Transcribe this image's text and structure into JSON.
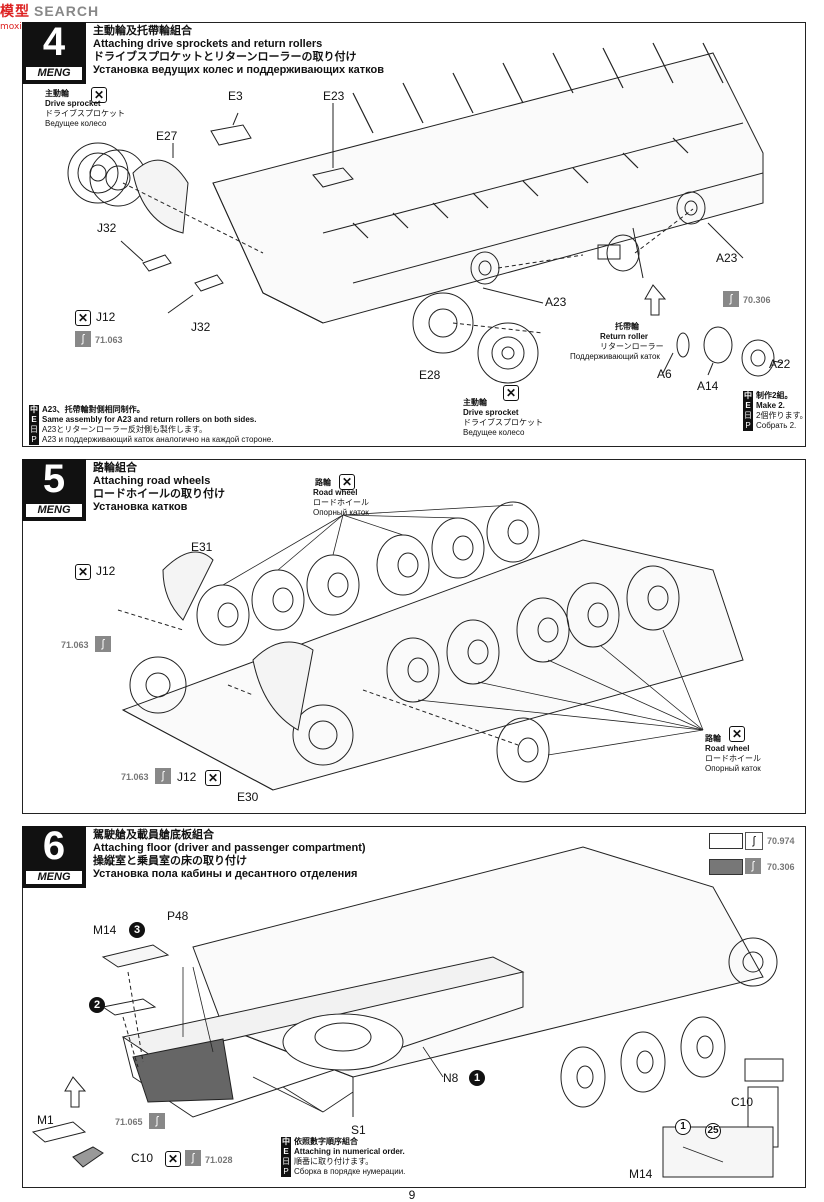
{
  "watermark": {
    "text1": "模型",
    "text2": "SEARCH",
    "sub": "moxing.moxing.com"
  },
  "brand": "MENG",
  "step4": {
    "number": "4",
    "title_zh": "主動輪及托帶輪組合",
    "title_en": "Attaching drive sprockets and return rollers",
    "title_ja": "ドライブスプロケットとリターンローラーの取り付け",
    "title_ru": "Установка ведущих колес и поддерживающих катков",
    "drive_sprocket": {
      "zh": "主動輪",
      "en": "Drive sprocket",
      "ja": "ドライブスプロケット",
      "ru": "Ведущее колесо"
    },
    "return_roller": {
      "zh": "托帶輪",
      "en": "Return roller",
      "ja": "リターンローラー",
      "ru": "Поддерживающий каток"
    },
    "parts": [
      "E3",
      "E23",
      "E27",
      "J32",
      "J12",
      "J32",
      "A23",
      "A23",
      "E28",
      "A6",
      "A14",
      "A22"
    ],
    "paint_codes": [
      "71.063",
      "70.306"
    ],
    "note": [
      "A23、托帶輪對側相同制作。",
      "Same assembly for A23 and return rollers on both sides.",
      "A23とリターンローラー反対側も製作します。",
      "A23 и поддерживающий каток аналогично на каждой стороне."
    ],
    "make": [
      "制作2組。",
      "Make 2.",
      "2個作ります。",
      "Собрать 2."
    ]
  },
  "step5": {
    "number": "5",
    "title_zh": "路輪組合",
    "title_en": "Attaching road wheels",
    "title_ja": "ロードホイールの取り付け",
    "title_ru": "Установка катков",
    "road_wheel": {
      "zh": "路輪",
      "en": "Road wheel",
      "ja": "ロードホイール",
      "ru": "Опорный каток"
    },
    "parts": [
      "E31",
      "J12",
      "J12",
      "E30"
    ],
    "paint_codes": [
      "71.063",
      "71.063"
    ]
  },
  "step6": {
    "number": "6",
    "title_zh": "駕駛艙及載員艙底板組合",
    "title_en": "Attaching floor (driver and passenger compartment)",
    "title_ja": "操縦室と乗員室の床の取り付け",
    "title_ru": "Установка пола кабины и десантного отделения",
    "legend_codes": [
      "70.974",
      "70.306"
    ],
    "parts": [
      "M14",
      "P48",
      "M1",
      "C10",
      "N8",
      "S1",
      "C10",
      "M14"
    ],
    "order_marks": [
      "3",
      "2",
      "1"
    ],
    "circle_nums": [
      "25",
      "1"
    ],
    "paint_codes": [
      "71.065",
      "71.028"
    ],
    "note": [
      "依照數字順序組合",
      "Attaching in numerical order.",
      "順番に取り付けます。",
      "Сборка в порядке нумерации."
    ]
  },
  "page": "9"
}
